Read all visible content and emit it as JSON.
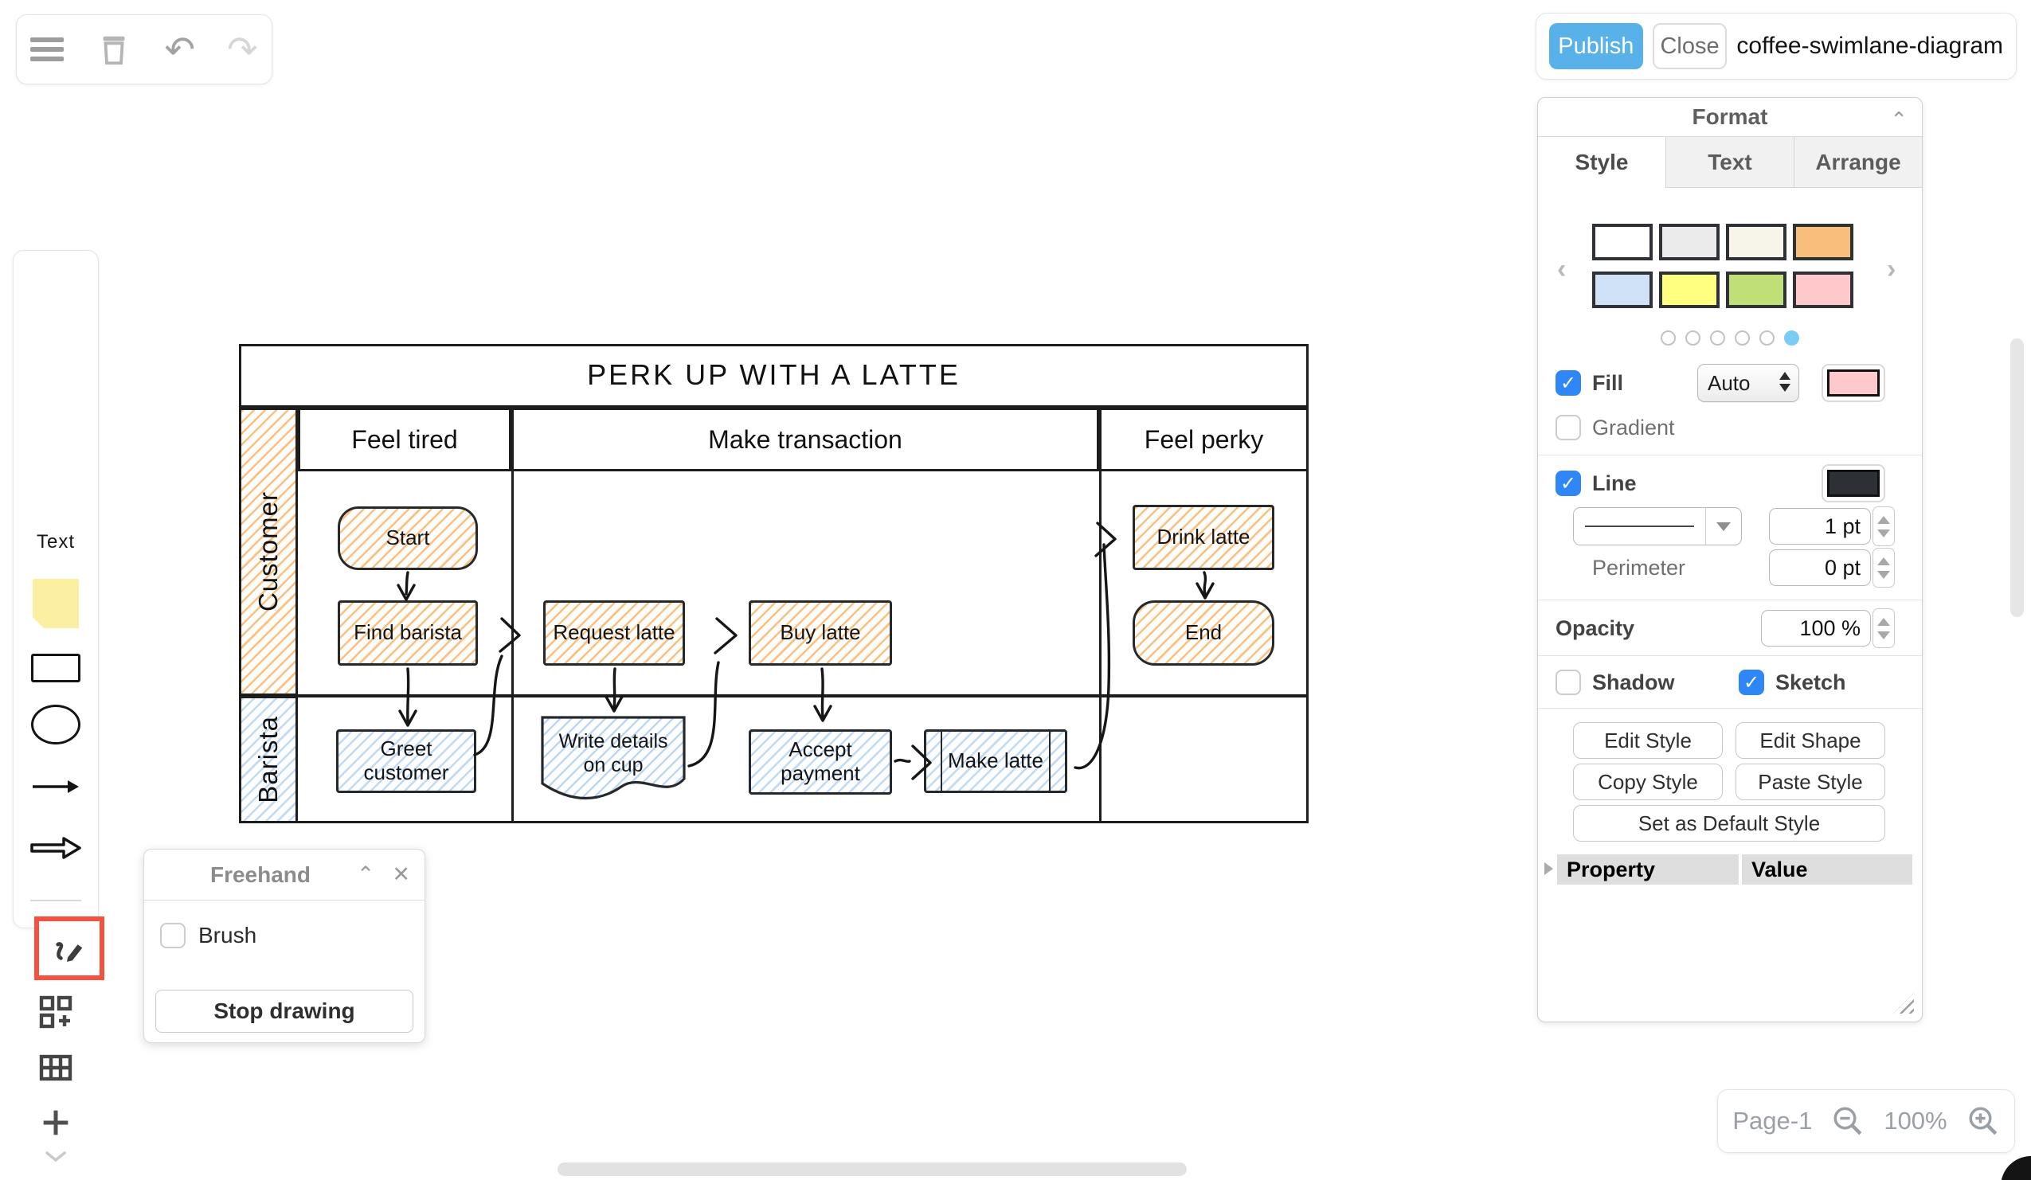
{
  "topbar_left": {
    "icons": [
      "menu",
      "trash",
      "undo",
      "redo"
    ]
  },
  "topbar_right": {
    "publish": "Publish",
    "close": "Close",
    "document_title": "coffee-swimlane-diagram"
  },
  "format_panel": {
    "title": "Format",
    "tabs": [
      {
        "label": "Style",
        "active": true
      },
      {
        "label": "Text",
        "active": false
      },
      {
        "label": "Arrange",
        "active": false
      }
    ],
    "swatches": [
      "#FFFFFF",
      "#EBEBEB",
      "#F7F4EA",
      "#F9BD7C",
      "#CFE2F7",
      "#FFFF80",
      "#C0DF77",
      "#FFC9CC"
    ],
    "pager_dots": 6,
    "pager_active_index": 5,
    "fill": {
      "label": "Fill",
      "checked": true,
      "mode": "Auto",
      "color": "#FDC9CC"
    },
    "gradient": {
      "label": "Gradient",
      "checked": false
    },
    "line": {
      "label": "Line",
      "checked": true,
      "color": "#2D3136",
      "width": "1 pt"
    },
    "perimeter": {
      "label": "Perimeter",
      "value": "0 pt"
    },
    "opacity": {
      "label": "Opacity",
      "value": "100 %"
    },
    "shadow": {
      "label": "Shadow",
      "checked": false
    },
    "sketch": {
      "label": "Sketch",
      "checked": true
    },
    "buttons": {
      "edit_style": "Edit Style",
      "edit_shape": "Edit Shape",
      "copy_style": "Copy Style",
      "paste_style": "Paste Style",
      "set_default": "Set as Default Style"
    },
    "property_table": {
      "property": "Property",
      "value": "Value"
    }
  },
  "shape_toolbar": {
    "text_tool": "Text",
    "icons": [
      "sticky-note",
      "rectangle",
      "ellipse",
      "arrow",
      "thick-arrow",
      "freehand-pen",
      "more-shapes",
      "table",
      "plus",
      "chevron-down"
    ],
    "active_tool": "freehand-pen",
    "highlight_color": "#F6503E"
  },
  "canvas": {
    "pool_title": "PERK UP WITH A LATTE",
    "phases": [
      "Feel tired",
      "Make transaction",
      "Feel perky"
    ],
    "lanes": [
      "Customer",
      "Barista"
    ],
    "nodes": {
      "start": "Start",
      "find_barista": "Find barista",
      "request_latte": "Request latte",
      "buy_latte": "Buy latte",
      "drink_latte": "Drink latte",
      "end": "End",
      "greet_customer": "Greet customer",
      "write_details": "Write details on cup",
      "accept_payment": "Accept payment",
      "make_latte": "Make latte"
    }
  },
  "freehand_dialog": {
    "title": "Freehand",
    "brush": "Brush",
    "brush_checked": false,
    "stop": "Stop drawing"
  },
  "page_controls": {
    "page": "Page-1",
    "zoom": "100%"
  }
}
